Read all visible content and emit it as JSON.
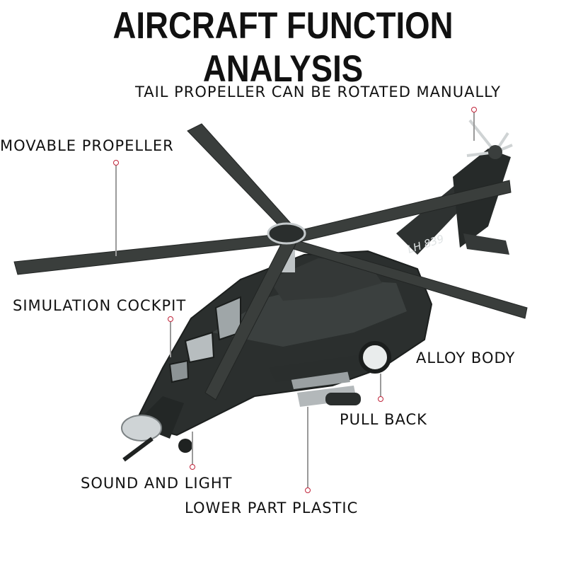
{
  "title": "AIRCRAFT FUNCTION ANALYSIS",
  "callouts": {
    "tail_propeller": "TAIL PROPELLER CAN BE ROTATED MANUALLY",
    "movable_propeller": "MOVABLE PROPELLER",
    "simulation_cockpit": "SIMULATION COCKPIT",
    "alloy_body": "ALLOY BODY",
    "pull_back": "PULL BACK",
    "sound_and_light": "SOUND AND LIGHT",
    "lower_part_plastic": "LOWER PART PLASTIC"
  },
  "model": {
    "tail_marking": "LH 839"
  },
  "colors": {
    "marker": "#c0243a",
    "body": "#2b2f2e",
    "rotor": "#3a3e3c"
  }
}
